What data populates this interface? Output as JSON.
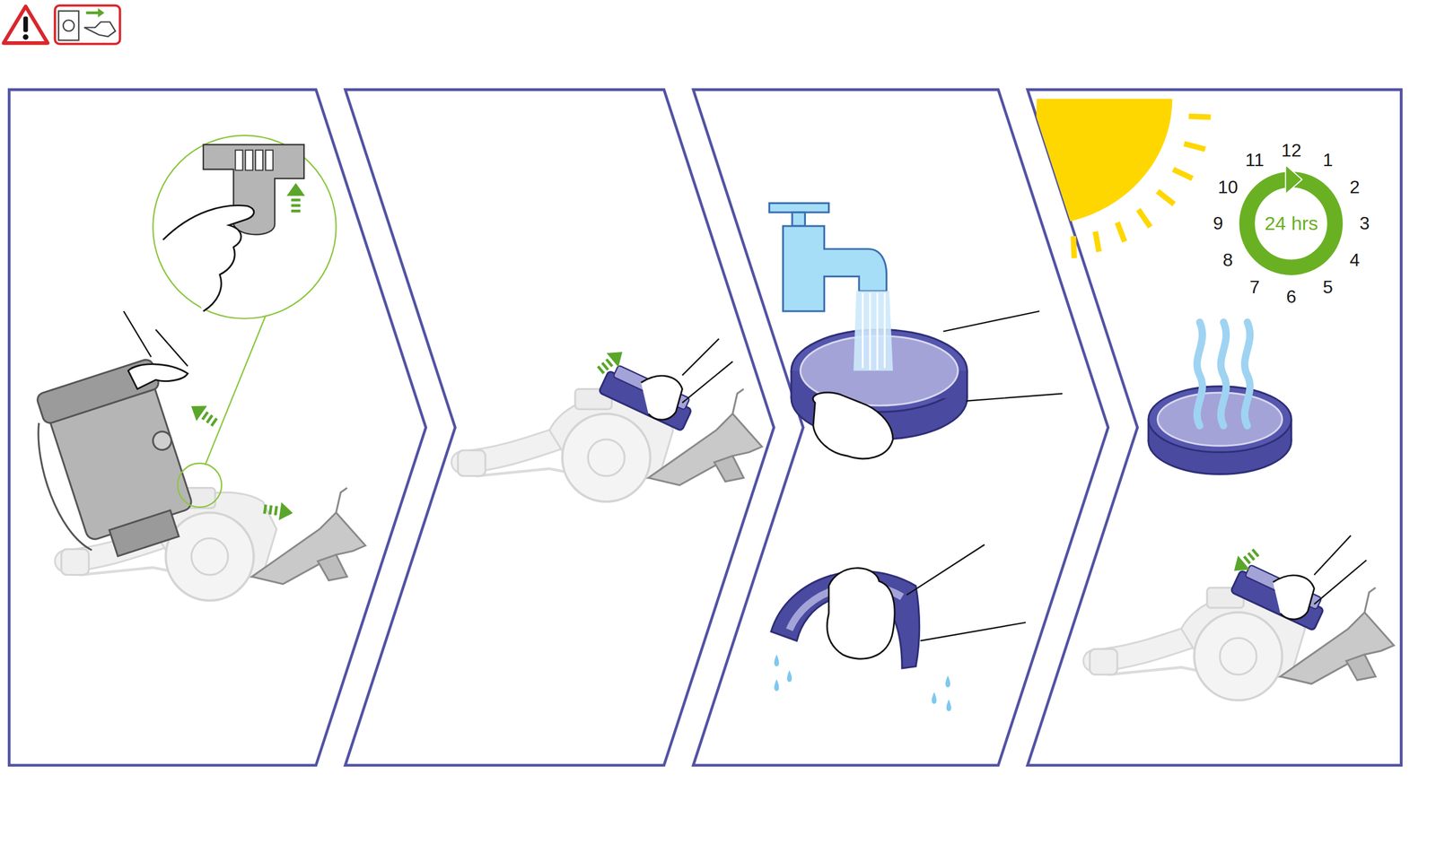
{
  "diagram": {
    "nodes": [
      {
        "text": [
          "24 hrs"
        ]
      }
    ],
    "labels": [
      "12",
      "1",
      "2",
      "3",
      "4",
      "5",
      "6",
      "7",
      "8",
      "9",
      "10",
      "11"
    ]
  }
}
